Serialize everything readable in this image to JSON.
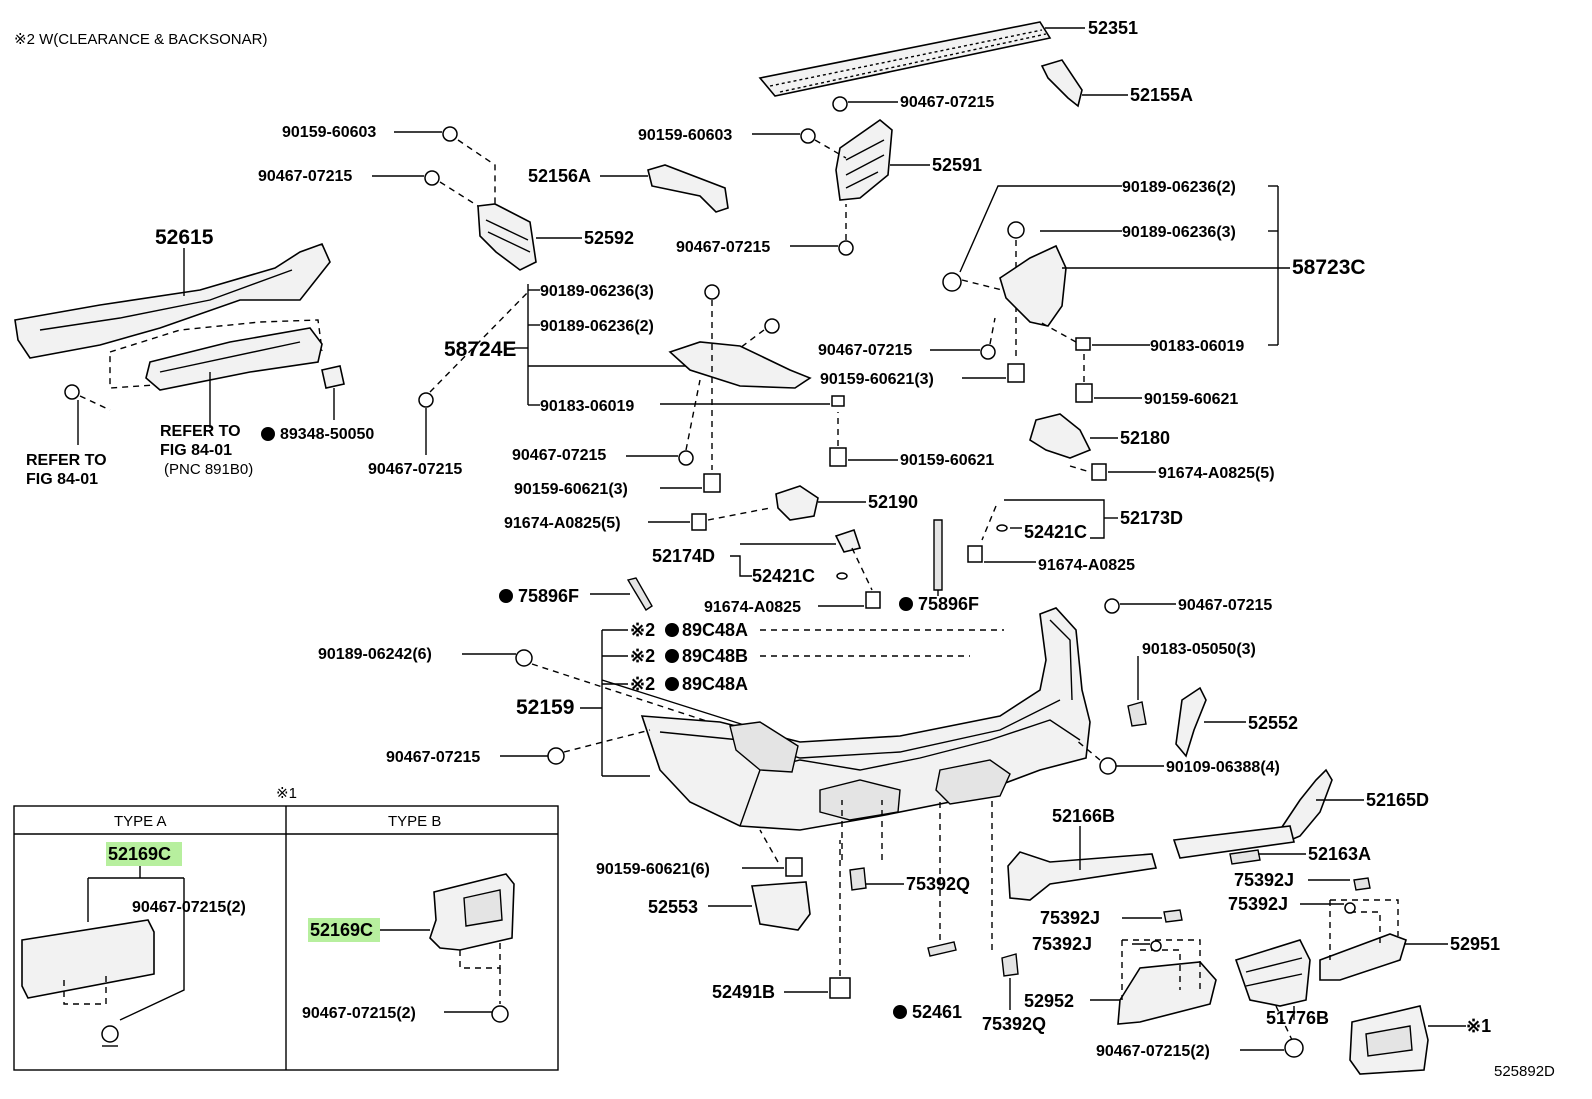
{
  "header_note": "※2 W(CLEARANCE & BACKSONAR)",
  "figure_code": "525892D",
  "inset": {
    "mark": "※1",
    "type_a": {
      "title": "TYPE A",
      "part": "52169C",
      "clip": "90467-07215(2)"
    },
    "type_b": {
      "title": "TYPE B",
      "part": "52169C",
      "clip": "90467-07215(2)"
    }
  },
  "highlight_color": "#b7ef9e",
  "callouts": {
    "p52351": "52351",
    "p52155A": "52155A",
    "p90467_top": "90467-07215",
    "p90159_60603_a": "90159-60603",
    "p90159_60603_b": "90159-60603",
    "p52591": "52591",
    "p90467_left1": "90467-07215",
    "p52156A": "52156A",
    "p52592": "52592",
    "p52615": "52615",
    "p90467_mid1": "90467-07215",
    "p90189_06236_2_right": "90189-06236(2)",
    "p90189_06236_3_right": "90189-06236(3)",
    "p58723C": "58723C",
    "p90189_06236_3_mid": "90189-06236(3)",
    "p90189_06236_2_mid": "90189-06236(2)",
    "p58724E": "58724E",
    "p90183_06019_mid": "90183-06019",
    "p90467_right1": "90467-07215",
    "p90159_60621_3_right": "90159-60621(3)",
    "p90183_06019_right": "90183-06019",
    "p90159_60621_right": "90159-60621",
    "p52180": "52180",
    "p91674_5_right": "91674-A0825(5)",
    "refer_left_1": "REFER TO",
    "refer_left_2": "FIG 84-01",
    "refer_mid_1": "REFER TO",
    "refer_mid_2": "FIG 84-01",
    "refer_mid_3": "(PNC 891B0)",
    "p89348": "89348-50050",
    "p90467_left2": "90467-07215",
    "p90467_mid2": "90467-07215",
    "p90159_60621_mid": "90159-60621",
    "p90159_60621_3_mid": "90159-60621(3)",
    "p52190": "52190",
    "p91674_5_mid": "91674-A0825(5)",
    "p52173D": "52173D",
    "p52421C_right": "52421C",
    "p91674_right": "91674-A0825",
    "p52174D": "52174D",
    "p52421C_mid": "52421C",
    "p75896F_left": "75896F",
    "p91674_mid": "91674-A0825",
    "p75896F_mid": "75896F",
    "p90467_bumper": "90467-07215",
    "p90189_06242": "90189-06242(6)",
    "p89C48A_1": "89C48A",
    "p89C48B": "89C48B",
    "p89C48A_2": "89C48A",
    "note_mark_2": "※2",
    "p90183_05050": "90183-05050(3)",
    "p52159": "52159",
    "p52552": "52552",
    "p90467_left3": "90467-07215",
    "p90109": "90109-06388(4)",
    "p52165D": "52165D",
    "p52166B": "52166B",
    "p52163A": "52163A",
    "p90159_60621_6": "90159-60621(6)",
    "p75392Q_1": "75392Q",
    "p75392J_1": "75392J",
    "p75392J_2": "75392J",
    "p52553": "52553",
    "p75392J_3": "75392J",
    "p75392J_4": "75392J",
    "p52951": "52951",
    "p52491B": "52491B",
    "p52461": "52461",
    "p52952": "52952",
    "p75392Q_2": "75392Q",
    "p51776B": "51776B",
    "p90467_bottom": "90467-07215(2)",
    "mark_1": "※1"
  }
}
